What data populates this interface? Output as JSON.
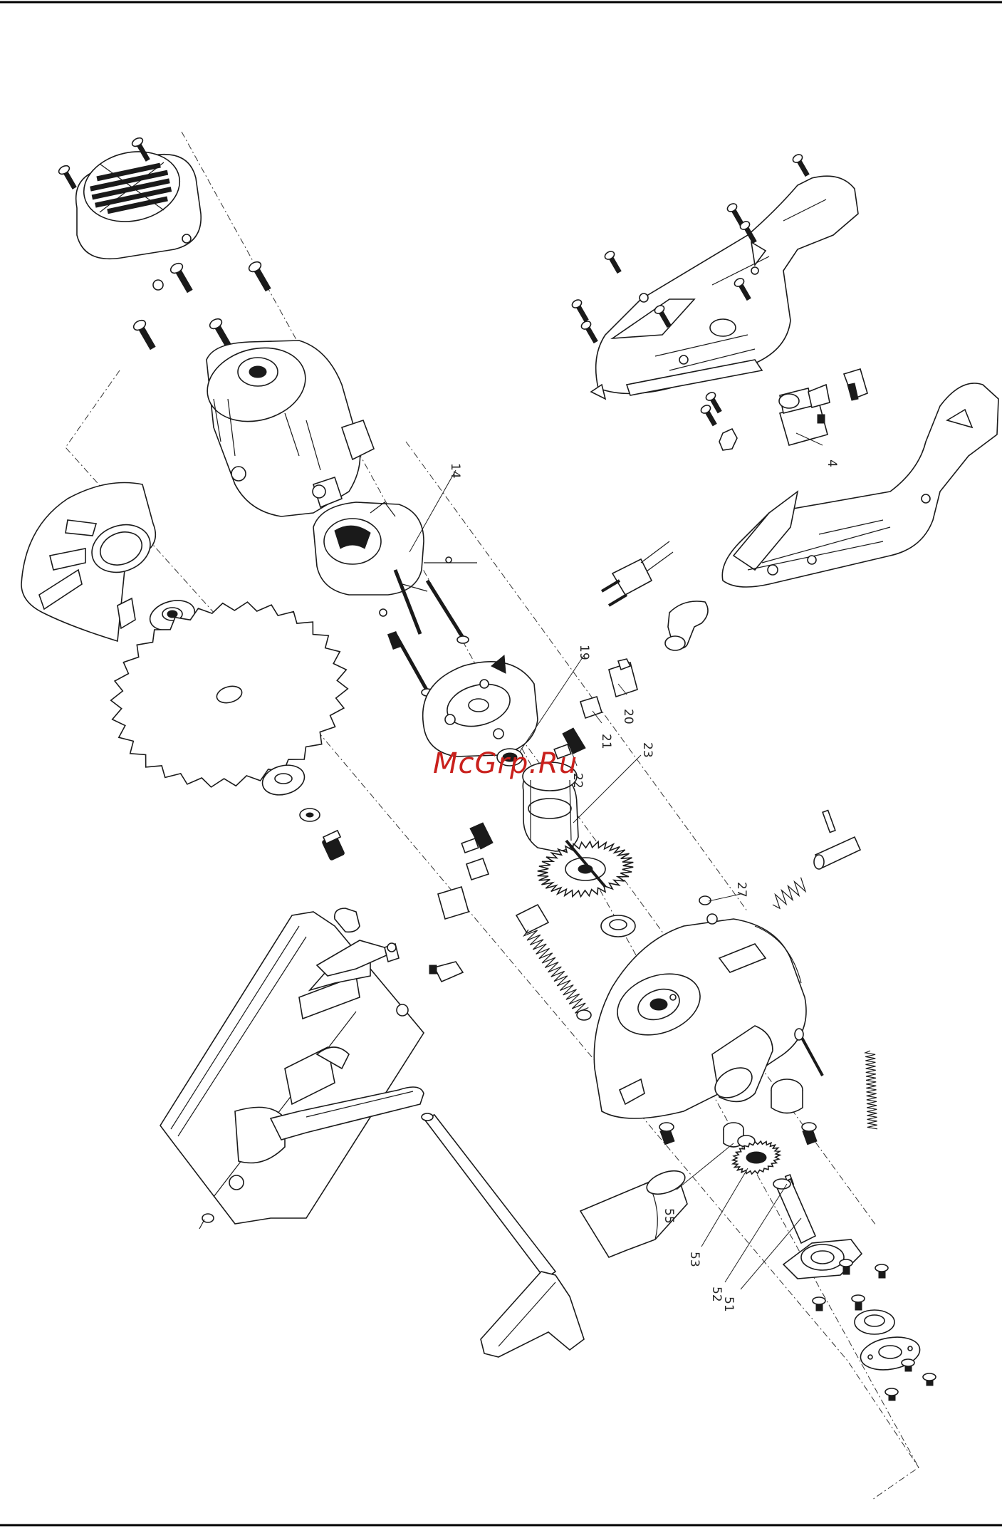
{
  "watermark": "McGrp.Ru",
  "callouts": [
    {
      "id": "c14",
      "text": "14"
    },
    {
      "id": "c4",
      "text": "4"
    },
    {
      "id": "c19",
      "text": "19"
    },
    {
      "id": "c20",
      "text": "20"
    },
    {
      "id": "c21",
      "text": "21"
    },
    {
      "id": "c22",
      "text": "22"
    },
    {
      "id": "c23",
      "text": "23"
    },
    {
      "id": "c27",
      "text": "27"
    },
    {
      "id": "c55",
      "text": "55"
    },
    {
      "id": "c53",
      "text": "53"
    },
    {
      "id": "c52",
      "text": "52"
    },
    {
      "id": "c51",
      "text": "51"
    }
  ],
  "colors": {
    "ink": "#1a1a1a",
    "watermark": "#c9201c",
    "background": "#ffffff"
  }
}
